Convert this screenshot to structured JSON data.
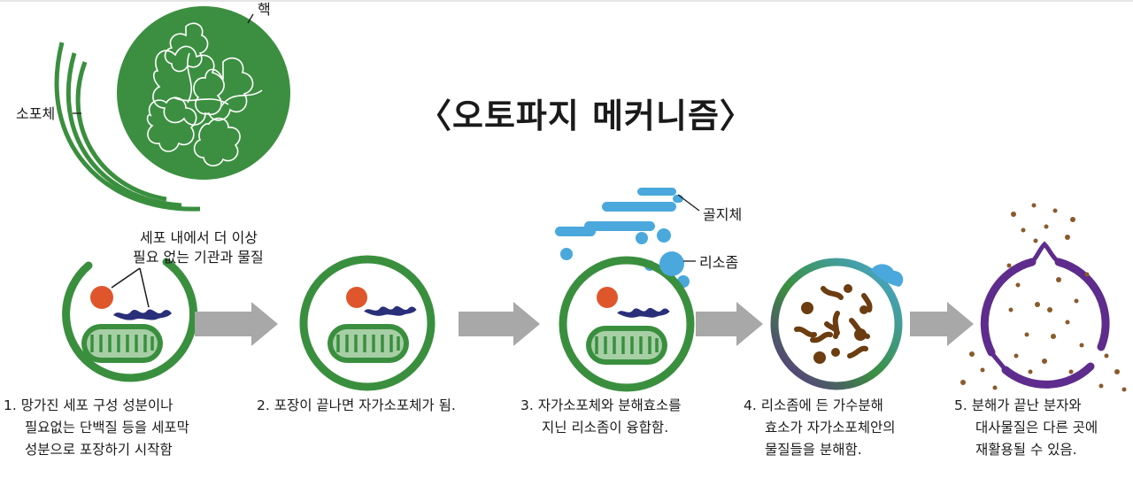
{
  "title": "〈오토파지 메커니즘〉",
  "labels": {
    "nucleus": "핵",
    "autophagosome": "소포체",
    "golgi": "골지체",
    "lysosome": "리소좀",
    "unneeded_line1": "세포 내에서 더 이상",
    "unneeded_line2": "필요 없는 기관과 물질"
  },
  "steps": [
    {
      "line1": "1. 망가진 세포 구성 성분이나",
      "line2": "필요없는 단백질 등을 세포막",
      "line3": "성분으로 포장하기 시작함"
    },
    {
      "line1": "2. 포장이 끝나면 자가소포체가 됨.",
      "line2": "",
      "line3": ""
    },
    {
      "line1": "3. 자가소포체와 분해효소를",
      "line2": "지닌 리소좀이 융합함.",
      "line3": ""
    },
    {
      "line1": "4. 리소좀에 든 가수분해",
      "line2": "효소가 자가소포체안의",
      "line3": "물질들을 분해함."
    },
    {
      "line1": "5. 분해가 끝난 분자와",
      "line2": "대사물질은 다른 곳에",
      "line3": "재활용될 수 있음."
    }
  ],
  "colors": {
    "membrane_green": "#3a8f3f",
    "nucleus_green": "#3c8f41",
    "lysosome_blue": "#4aa8dc",
    "organelle_red": "#e0562c",
    "protein_navy": "#2a2f7a",
    "debris_brown": "#6b3d10",
    "arrow_gray": "#a8a8a8",
    "purple": "#5e2c8c"
  }
}
